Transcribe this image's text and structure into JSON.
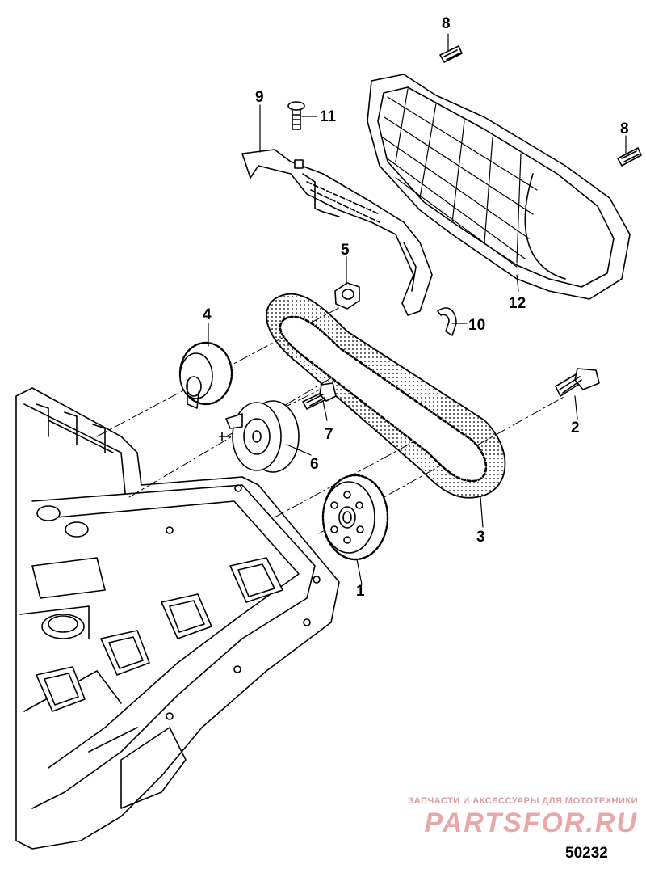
{
  "callouts": {
    "c1": "1",
    "c2": "2",
    "c3": "3",
    "c4": "4",
    "c5": "5",
    "c6": "6",
    "c7": "7",
    "c8a": "8",
    "c8b": "8",
    "c9": "9",
    "c10": "10",
    "c11": "11",
    "c12": "12"
  },
  "watermark": {
    "tagline": "ЗАПЧАСТИ И АКСЕССУАРЫ ДЛЯ МОТОТЕХНИКИ",
    "brand": "PARTSFOR.RU"
  },
  "figure_number": "50232",
  "colors": {
    "line": "#000000",
    "watermark": "#e8a8a8"
  }
}
